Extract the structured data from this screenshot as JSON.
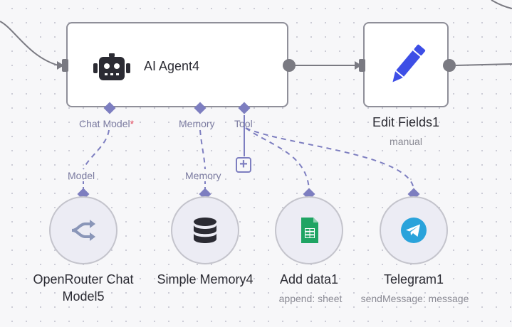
{
  "nodes": {
    "agent": {
      "title": "AI Agent4",
      "icon": "robot-icon"
    },
    "edit_fields": {
      "title": "Edit Fields1",
      "subtitle": "manual",
      "icon": "pencil-icon"
    },
    "openrouter": {
      "title_line1": "OpenRouter Chat",
      "title_line2": "Model5",
      "icon": "openrouter-icon"
    },
    "memory": {
      "title": "Simple Memory4",
      "icon": "database-icon"
    },
    "sheets": {
      "title": "Add data1",
      "subtitle": "append: sheet",
      "icon": "google-sheets-icon"
    },
    "telegram": {
      "title": "Telegram1",
      "subtitle": "sendMessage: message",
      "icon": "telegram-icon"
    }
  },
  "ports": {
    "chat_model": "Chat Model",
    "required_mark": "*",
    "memory": "Memory",
    "tool": "Tool",
    "model": "Model",
    "memory_in": "Memory"
  },
  "add_button": "+",
  "colors": {
    "port": "#7d7ec0",
    "wire": "#7a7a82",
    "sheets_green": "#1fa463",
    "telegram_blue": "#2aa3db",
    "pencil_blue": "#3d4ee6"
  }
}
